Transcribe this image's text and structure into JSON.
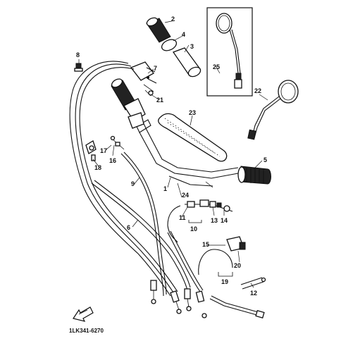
{
  "diagram_code": "1LK341-6270",
  "callouts": {
    "c1": "1",
    "c2": "2",
    "c3": "3",
    "c4": "4",
    "c5": "5",
    "c6": "6",
    "c7": "7",
    "c8": "8",
    "c9": "9",
    "c10": "10",
    "c11": "11",
    "c12": "12",
    "c13": "13",
    "c14": "14",
    "c15": "15",
    "c16": "16",
    "c17": "17",
    "c18": "18",
    "c19": "19",
    "c20": "20",
    "c21": "21",
    "c22": "22",
    "c23": "23",
    "c24": "24",
    "c25": "25"
  }
}
